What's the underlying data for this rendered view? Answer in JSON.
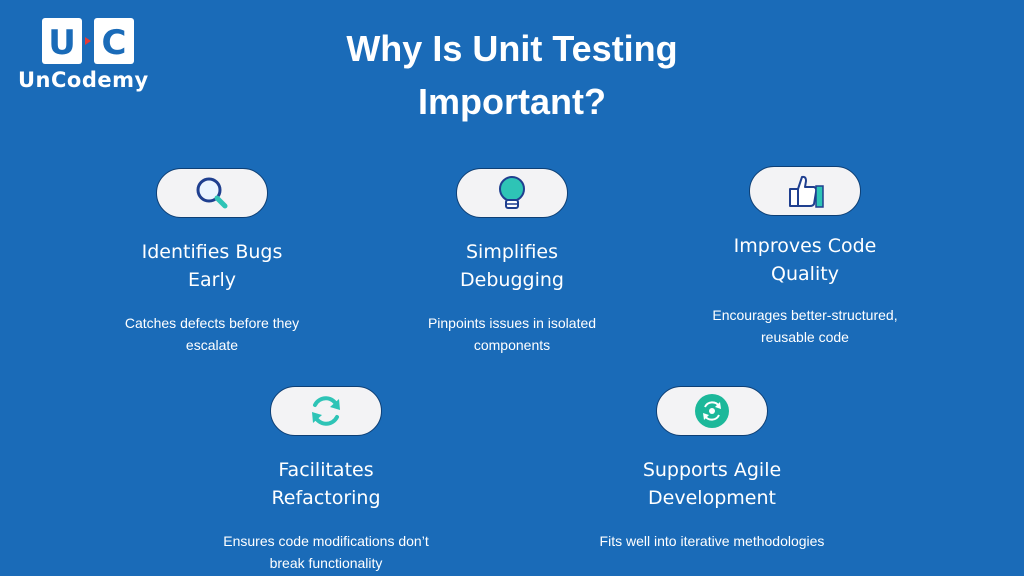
{
  "brand": {
    "mark_left": "U",
    "mark_right": "C",
    "name": "UnCodemy"
  },
  "title": {
    "line1": "Why Is Unit Testing",
    "line2": "Important?"
  },
  "cards": [
    {
      "icon": "magnifier-icon",
      "title_line1": "Identifies Bugs",
      "title_line2": "Early",
      "desc_line1": "Catches defects before they",
      "desc_line2": "escalate"
    },
    {
      "icon": "lightbulb-icon",
      "title_line1": "Simplifies",
      "title_line2": "Debugging",
      "desc_line1": "Pinpoints issues in isolated",
      "desc_line2": "components"
    },
    {
      "icon": "thumbs-up-icon",
      "title_line1": "Improves Code",
      "title_line2": "Quality",
      "desc_line1": "Encourages better-structured,",
      "desc_line2": "reusable code"
    },
    {
      "icon": "refresh-icon",
      "title_line1": "Facilitates",
      "title_line2": "Refactoring",
      "desc_line1": "Ensures code modifications don’t",
      "desc_line2": "break functionality"
    },
    {
      "icon": "agile-cycle-icon",
      "title_line1": "Supports Agile",
      "title_line2": "Development",
      "desc_line1": "Fits well into iterative methodologies",
      "desc_line2": ""
    }
  ],
  "colors": {
    "background": "#1a6bb8",
    "card_pill": "#f3f3f5",
    "pill_border": "#0d3f75",
    "icon_accent": "#2ec4b6",
    "icon_dark": "#1f3f8f"
  }
}
